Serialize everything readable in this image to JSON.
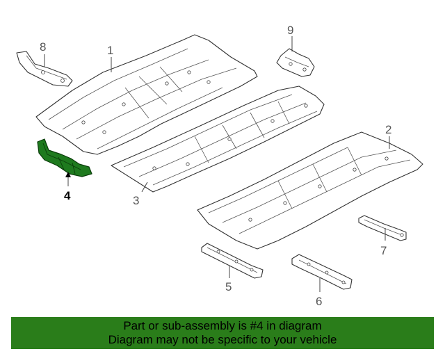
{
  "callouts": {
    "c1": "1",
    "c2": "2",
    "c3": "3",
    "c4": "4",
    "c5": "5",
    "c6": "6",
    "c7": "7",
    "c8": "8",
    "c9": "9"
  },
  "highlight": {
    "part": "4",
    "color": "#1e7a1e"
  },
  "banner": {
    "line1": "Part or sub-assembly is #4 in diagram",
    "line2": "Diagram may not be specific to your vehicle",
    "background": "#2a7d1a"
  }
}
